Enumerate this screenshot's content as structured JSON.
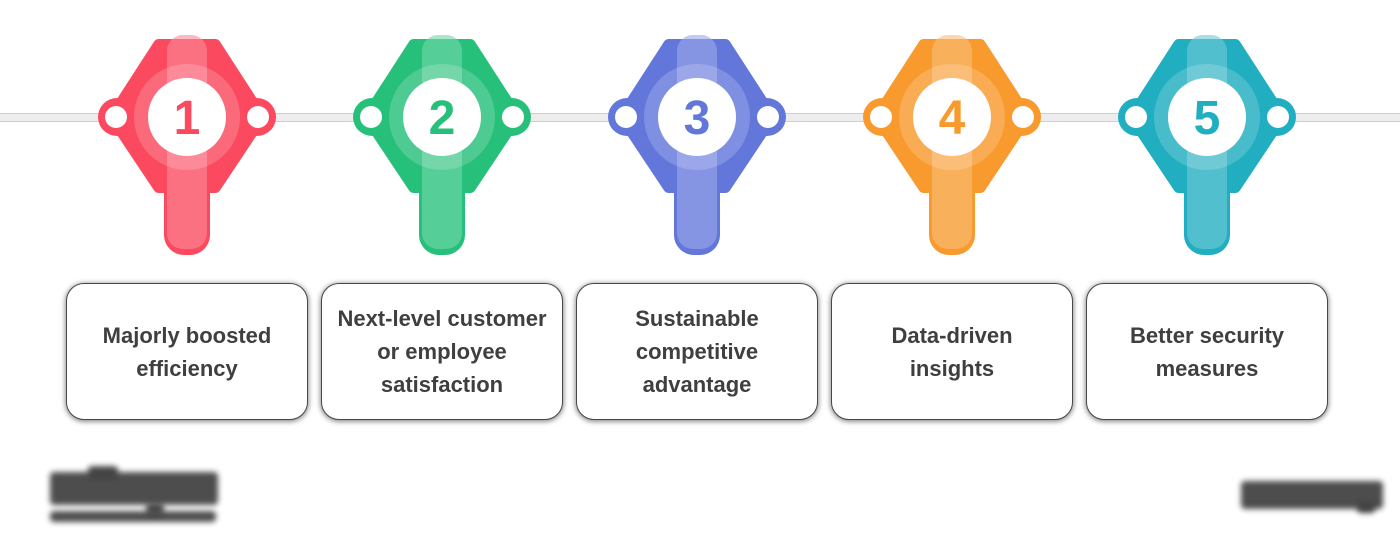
{
  "steps": [
    {
      "number": "1",
      "label": "Majorly boosted\nefficiency",
      "color": "#FB4A5F"
    },
    {
      "number": "2",
      "label": "Next-level customer\nor employee\nsatisfaction",
      "color": "#27C07A"
    },
    {
      "number": "3",
      "label": "Sustainable\ncompetitive\nadvantage",
      "color": "#6377DB"
    },
    {
      "number": "4",
      "label": "Data-driven\ninsights",
      "color": "#F89A2E"
    },
    {
      "number": "5",
      "label": "Better security\nmeasures",
      "color": "#21AEC0"
    }
  ],
  "styles": {
    "background": "#FFFFFF",
    "line_color": "#EDEDED",
    "line_edge_color": "#CFCFCF",
    "card_text_color": "#3F3F3F",
    "card_border_color": "#474747"
  },
  "footer": {
    "left_logo": "blurred-wordmark",
    "right_logo": "blurred-wordmark"
  }
}
